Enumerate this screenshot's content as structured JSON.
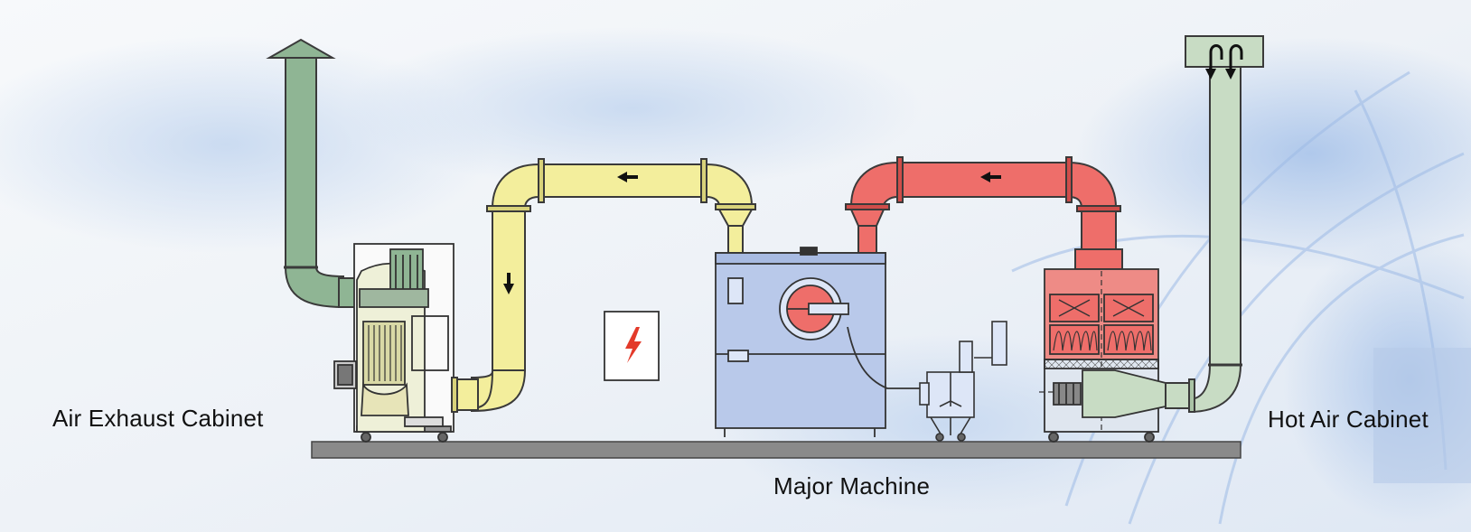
{
  "labels": {
    "air_exhaust_cabinet": "Air Exhaust Cabinet",
    "major_machine": "Major Machine",
    "hot_air_cabinet": "Hot Air Cabinet"
  },
  "colors": {
    "exhaust_pipe": "#8fb594",
    "intake_pipe": "#c8dcc4",
    "return_duct": "#f3ee9c",
    "hot_duct": "#ee6e6a",
    "machine_body": "#b9c9ea",
    "floor": "#8a8a8a"
  },
  "icons": {
    "flow_arrow": "arrow-icon",
    "electrical": "lightning-icon"
  }
}
